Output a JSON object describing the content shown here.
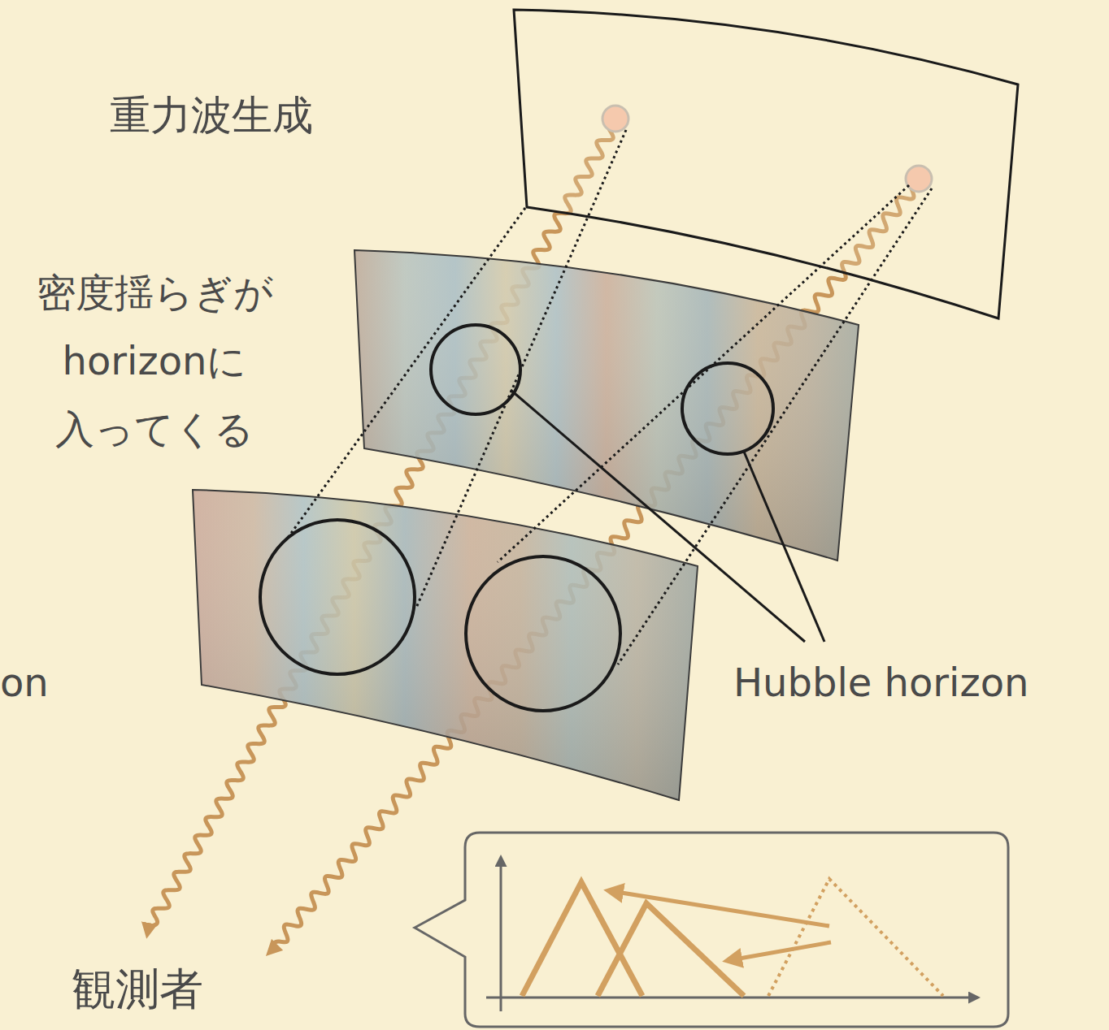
{
  "diagram": {
    "labels": [
      "重力波生成",
      "密度揺らぎが horizonに 入ってくる",
      "on",
      "Hubble horizon",
      "観測者"
    ]
  }
}
